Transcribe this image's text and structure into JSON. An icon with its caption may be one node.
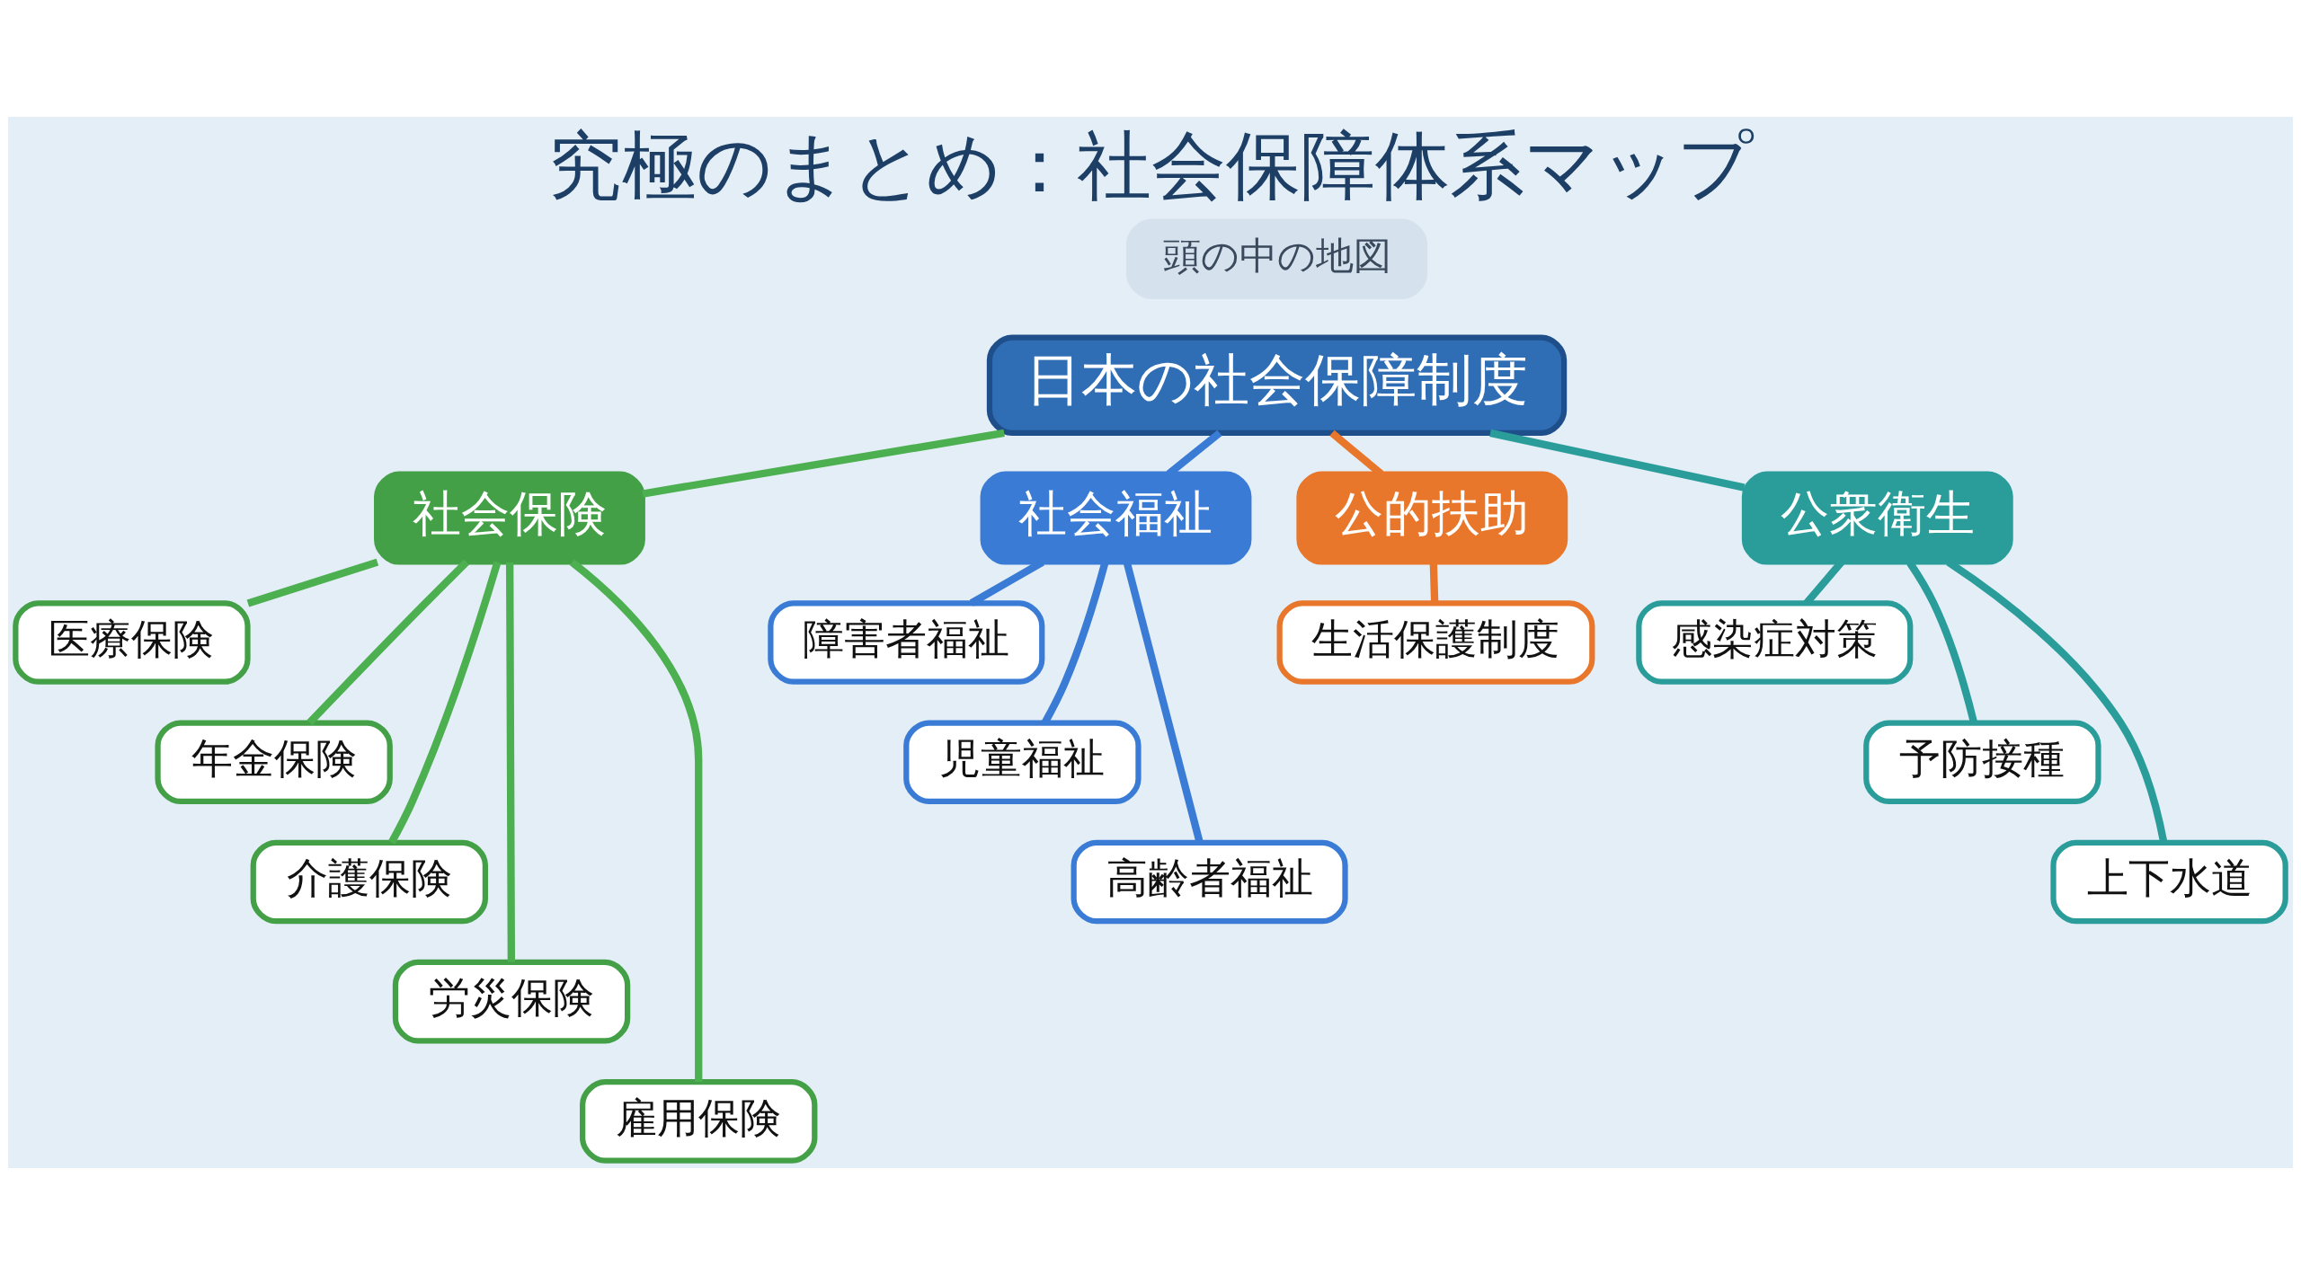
{
  "diagram": {
    "title": "究極のまとめ：社会保障体系マップ",
    "nodes": [
      {
        "text": [
          "頭の中の地図"
        ]
      },
      {
        "text": [
          "日本の社会保障制度"
        ]
      },
      {
        "text": [
          "社会保険"
        ]
      },
      {
        "text": [
          "社会福祉"
        ]
      },
      {
        "text": [
          "公的扶助"
        ]
      },
      {
        "text": [
          "公衆衛生"
        ]
      },
      {
        "text": [
          "医療保険"
        ]
      },
      {
        "text": [
          "年金保険"
        ]
      },
      {
        "text": [
          "介護保険"
        ]
      },
      {
        "text": [
          "労災保険"
        ]
      },
      {
        "text": [
          "雇用保険"
        ]
      },
      {
        "text": [
          "障害者福祉"
        ]
      },
      {
        "text": [
          "児童福祉"
        ]
      },
      {
        "text": [
          "高齢者福祉"
        ]
      },
      {
        "text": [
          "生活保護制度"
        ]
      },
      {
        "text": [
          "感染症対策"
        ]
      },
      {
        "text": [
          "予防接種"
        ]
      },
      {
        "text": [
          "上下水道"
        ]
      }
    ],
    "edges": [
      {
        "from": 1,
        "to": 2,
        "arrow": "none",
        "color": "#4caf50"
      },
      {
        "from": 1,
        "to": 3,
        "arrow": "none",
        "color": "#3a7bd5"
      },
      {
        "from": 1,
        "to": 4,
        "arrow": "none",
        "color": "#e8762b"
      },
      {
        "from": 1,
        "to": 5,
        "arrow": "none",
        "color": "#2a9d9a"
      },
      {
        "from": 2,
        "to": 6,
        "arrow": "none",
        "color": "#4caf50"
      },
      {
        "from": 2,
        "to": 7,
        "arrow": "none",
        "color": "#4caf50"
      },
      {
        "from": 2,
        "to": 8,
        "arrow": "none",
        "color": "#4caf50"
      },
      {
        "from": 2,
        "to": 9,
        "arrow": "none",
        "color": "#4caf50"
      },
      {
        "from": 2,
        "to": 10,
        "arrow": "none",
        "color": "#4caf50"
      },
      {
        "from": 3,
        "to": 11,
        "arrow": "none",
        "color": "#3a7bd5"
      },
      {
        "from": 3,
        "to": 12,
        "arrow": "none",
        "color": "#3a7bd5"
      },
      {
        "from": 3,
        "to": 13,
        "arrow": "none",
        "color": "#3a7bd5"
      },
      {
        "from": 4,
        "to": 14,
        "arrow": "none",
        "color": "#e8762b"
      },
      {
        "from": 5,
        "to": 15,
        "arrow": "none",
        "color": "#2a9d9a"
      },
      {
        "from": 5,
        "to": 16,
        "arrow": "none",
        "color": "#2a9d9a"
      },
      {
        "from": 5,
        "to": 17,
        "arrow": "none",
        "color": "#2a9d9a"
      }
    ]
  }
}
